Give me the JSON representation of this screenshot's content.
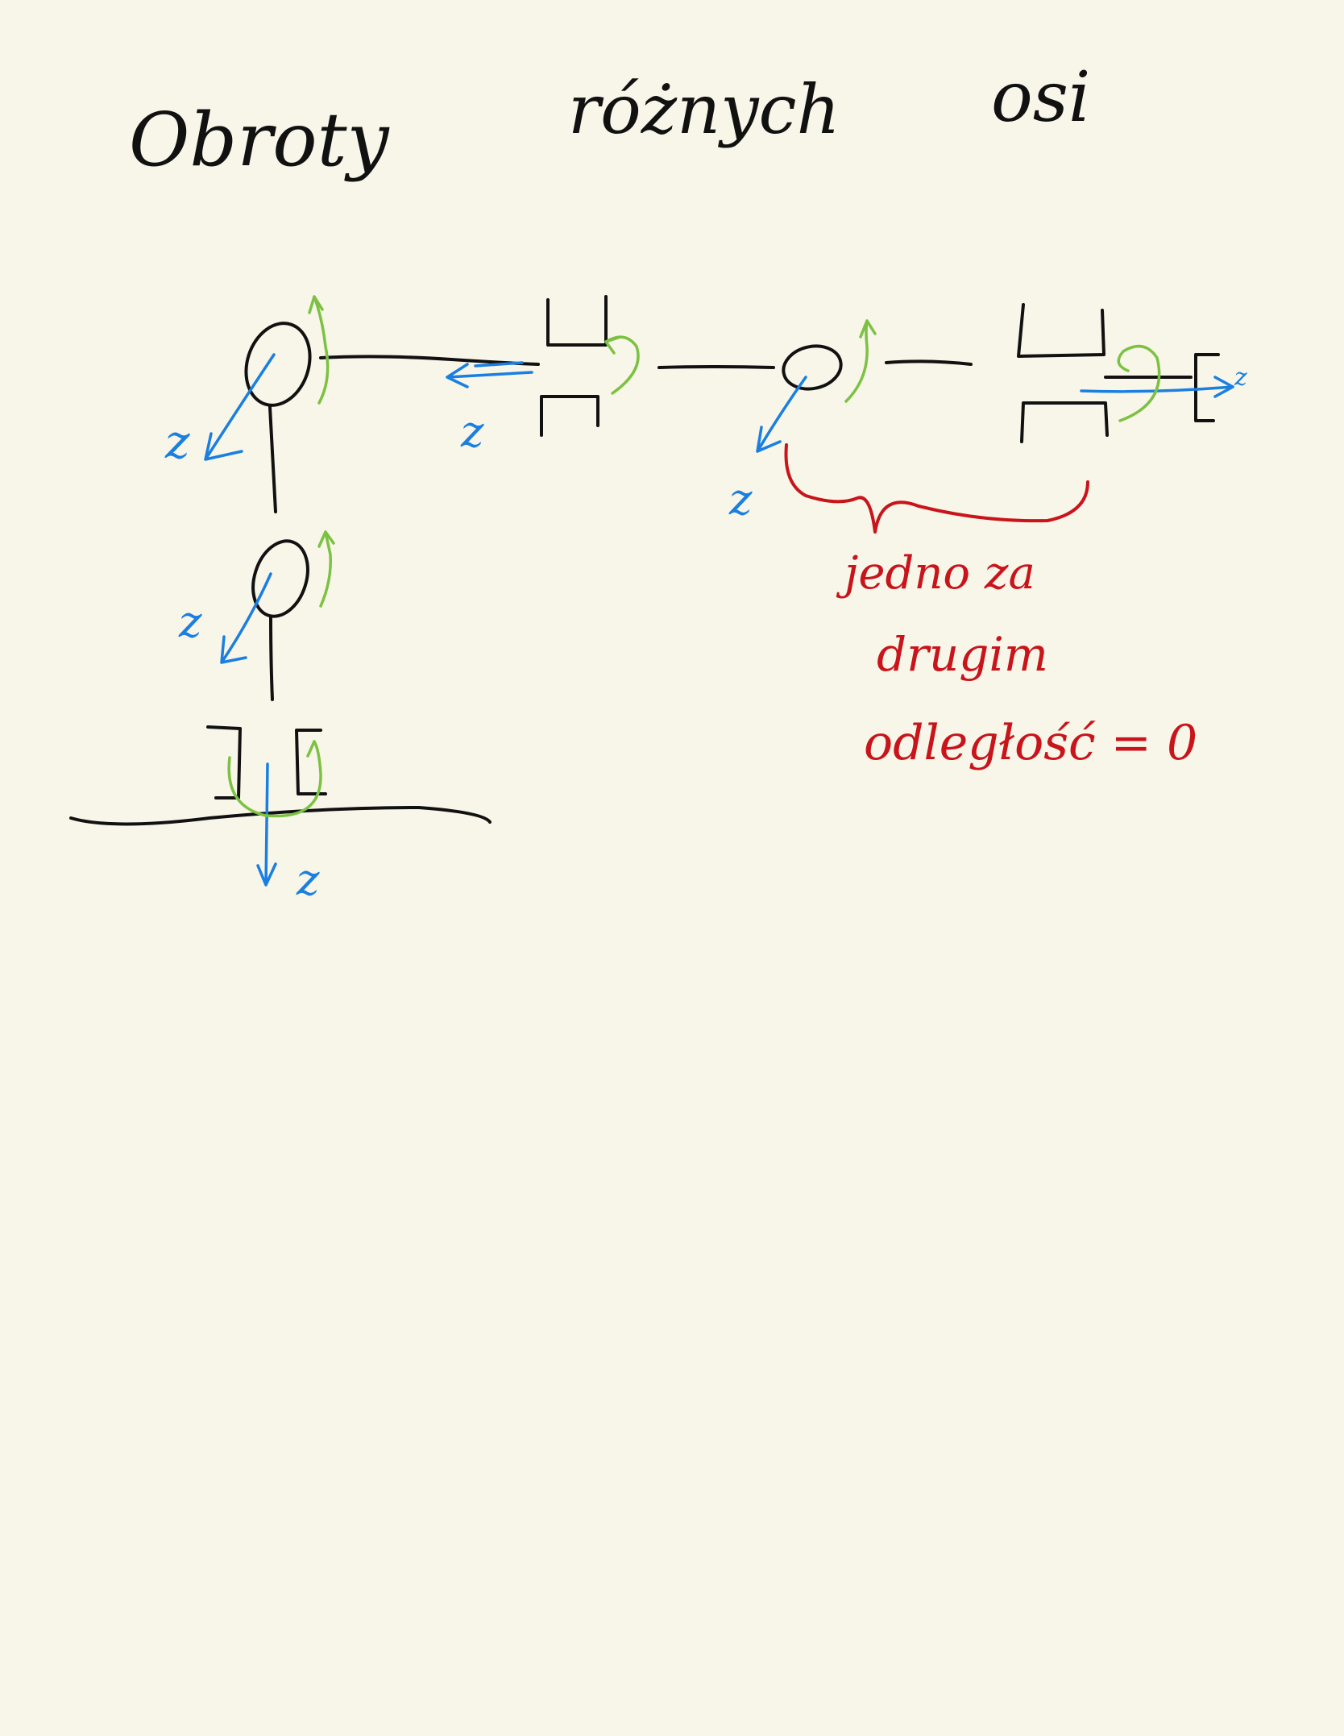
{
  "page": {
    "background": "#f8f5e9"
  },
  "title": {
    "words": [
      "Obroty",
      "różnych",
      "osi"
    ]
  },
  "axis_label": "z",
  "note": {
    "lines": [
      "jedno za",
      "drugim",
      "odległość = 0"
    ]
  },
  "colors": {
    "ink": "#111111",
    "axis": "#1a7fe0",
    "rotation": "#7cc242",
    "note": "#c8141a"
  }
}
